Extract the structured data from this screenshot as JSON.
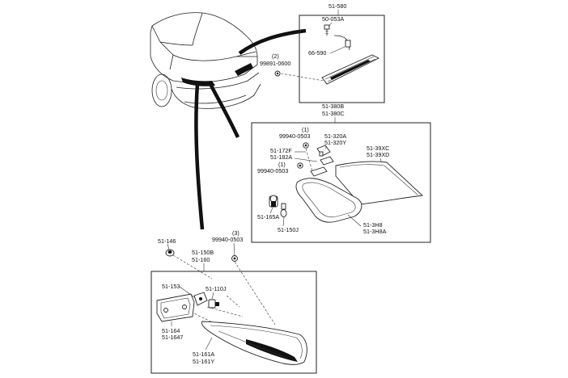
{
  "diagram": {
    "high_mount_lamp": {
      "box_label": "51-580",
      "parts": {
        "screw": "50-053A",
        "bulb": "66-590",
        "nut_qty": "(2)",
        "nut": "99891-0600"
      }
    },
    "inner_lamp": {
      "box_label_1": "51-380B",
      "box_label_2": "51-380C",
      "parts": {
        "nut_a_qty": "(1)",
        "nut_a": "99940-0503",
        "socket_1": "51-320A",
        "socket_2": "51-320Y",
        "holder_1": "51-172F",
        "holder_2": "51-182A",
        "nut_b_qty": "(1)",
        "nut_b": "99940-0503",
        "lens_1": "51-39XC",
        "lens_2": "51-39XD",
        "bulb_a": "51-165A",
        "bulb_b": "51-150J",
        "gasket_1": "51-3H8",
        "gasket_2": "51-3H8A"
      }
    },
    "outer_lamp": {
      "grommet": "51-146",
      "nut_qty": "(3)",
      "nut": "99940-0503",
      "box_label_1": "51-150B",
      "box_label_2": "51-160",
      "parts": {
        "socket": "51-153",
        "bulb": "51-110J",
        "gasket_1": "51-164",
        "gasket_2": "51-1647",
        "lens_1": "51-161A",
        "lens_2": "51-161Y"
      }
    }
  }
}
